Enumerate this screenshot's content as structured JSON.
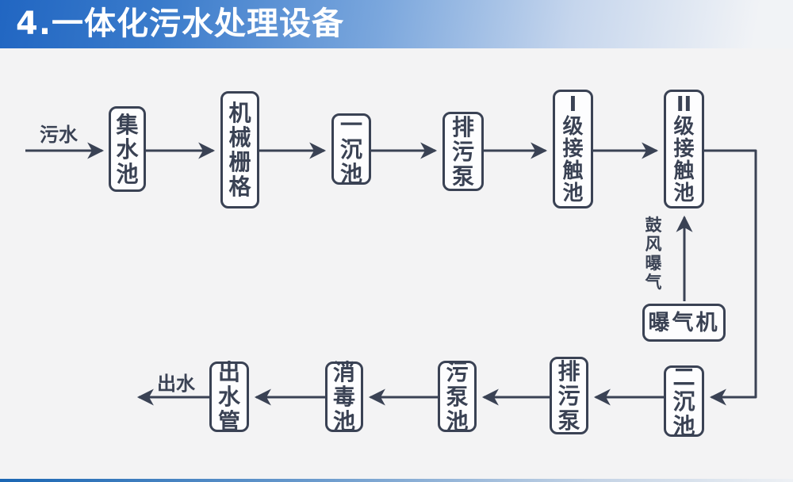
{
  "header": {
    "title": "4.一体化污水处理设备"
  },
  "flowchart": {
    "inflow_label": "污水",
    "outflow_label": "出水",
    "aeration_label": "鼓风曝气",
    "aeration_lines": [
      "鼓",
      "风",
      "曝",
      "气"
    ],
    "nodes": [
      {
        "id": "collecting-tank",
        "label": "集水池",
        "lines": [
          "集",
          "水",
          "池"
        ]
      },
      {
        "id": "mechanical-grille",
        "label": "机械栅格",
        "lines": [
          "机",
          "械",
          "栅",
          "格"
        ]
      },
      {
        "id": "primary-sedimentation-tank",
        "label": "一沉池",
        "lines": [
          "一",
          "沉",
          "池"
        ]
      },
      {
        "id": "sewage-discharge-pump-top",
        "label": "排污泵",
        "lines": [
          "排",
          "污",
          "泵"
        ]
      },
      {
        "id": "stage-1-contact-tank",
        "label": "Ⅰ级接触池",
        "lines": [
          "I",
          "级",
          "接",
          "触",
          "池"
        ]
      },
      {
        "id": "stage-2-contact-tank",
        "label": "Ⅱ级接触池",
        "lines": [
          "II",
          "级",
          "接",
          "触",
          "池"
        ]
      },
      {
        "id": "secondary-sedimentation-tank",
        "label": "二沉池",
        "lines": [
          "二",
          "沉",
          "池"
        ]
      },
      {
        "id": "sewage-discharge-pump-bottom",
        "label": "排污泵",
        "lines": [
          "排",
          "污",
          "泵"
        ]
      },
      {
        "id": "sludge-pump-tank",
        "label": "污泵池",
        "lines": [
          "污",
          "泵",
          "池"
        ]
      },
      {
        "id": "disinfection-tank",
        "label": "消毒池",
        "lines": [
          "消",
          "毒",
          "池"
        ]
      },
      {
        "id": "outlet-pipe",
        "label": "出水管",
        "lines": [
          "出",
          "水",
          "管"
        ]
      },
      {
        "id": "aerator",
        "label": "曝气机",
        "lines": [
          "曝气机"
        ]
      }
    ]
  },
  "colors": {
    "ink": "#3a4254",
    "header_blue": "#2a6fc4",
    "background": "#f3f3f4"
  }
}
